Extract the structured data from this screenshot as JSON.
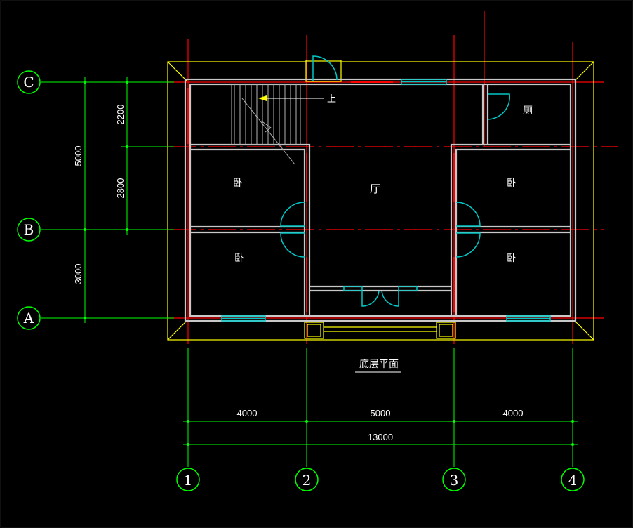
{
  "drawing": {
    "title": "底层平面",
    "colors": {
      "background": "#000000",
      "walls": "#c8c8c8",
      "axis": "#ff0000",
      "dimension": "#00ff00",
      "outline": "#ffff00",
      "opening": "#00c8c8",
      "arrow": "#ffff00"
    }
  },
  "axes": {
    "horizontal": [
      {
        "label": "C"
      },
      {
        "label": "B"
      },
      {
        "label": "A"
      }
    ],
    "vertical": [
      {
        "label": "1"
      },
      {
        "label": "2"
      },
      {
        "label": "3"
      },
      {
        "label": "4"
      }
    ]
  },
  "dimensions": {
    "left_outer": [
      "5000",
      "3000"
    ],
    "left_inner": [
      "2200",
      "2800"
    ],
    "bottom_segments": [
      "4000",
      "5000",
      "4000"
    ],
    "bottom_total": "13000"
  },
  "rooms": {
    "bedroom_top_left": "卧",
    "bedroom_bottom_left": "卧",
    "living_room": "厅",
    "bedroom_top_right": "卧",
    "bedroom_bottom_right": "卧",
    "toilet": "厕",
    "stair_up": "上"
  }
}
